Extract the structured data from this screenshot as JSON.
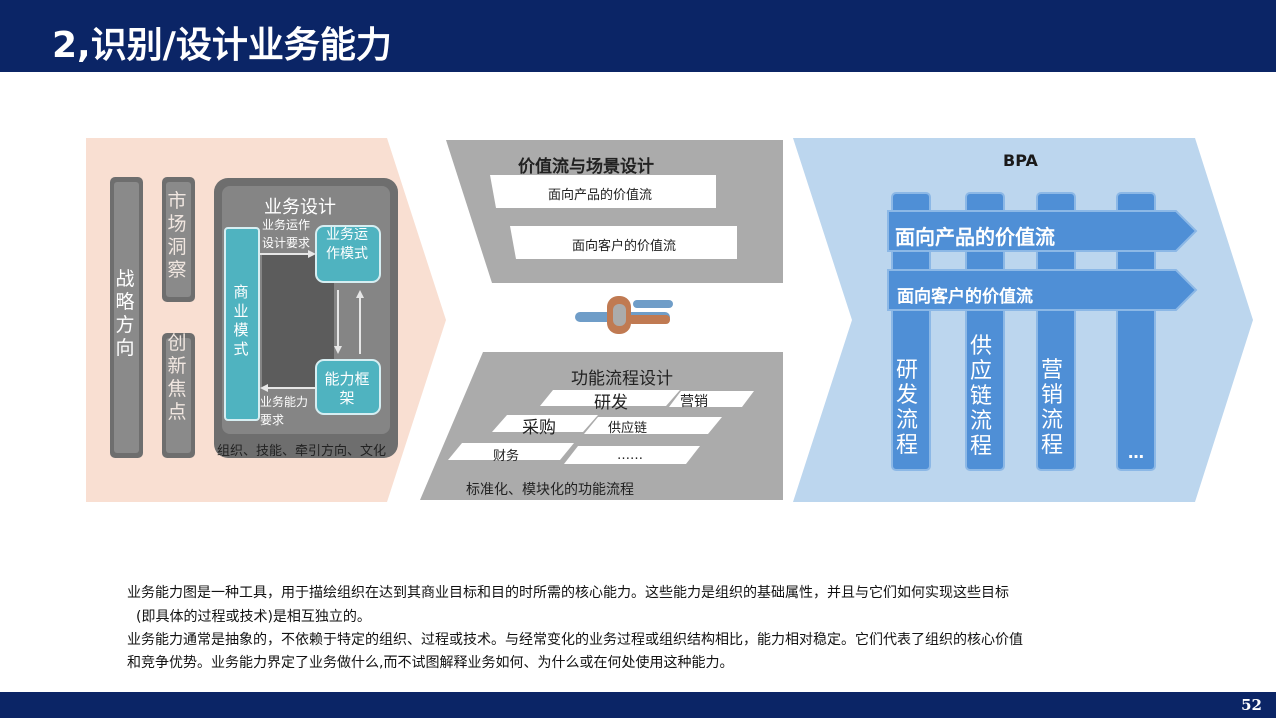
{
  "title": "2,识别/设计业务能力",
  "page_number": "52",
  "left_panel": {
    "strategy": "战略方向",
    "market_insight": "市场洞察",
    "innovation_focus": "创新焦点",
    "business_design": "业务设计",
    "ops_requirements": "业务运作设计要求",
    "business_model": "商业模式",
    "ops_model": "业务运作模式",
    "capability_frame": "能力框架",
    "capability_requirements": "业务能力要求",
    "org_line": "组织、技能、牵引方向、文化"
  },
  "middle_panel": {
    "value_stream_title": "价值流与场景设计",
    "product_stream": "面向产品的价值流",
    "customer_stream": "面向客户的价值流",
    "functional_title": "功能流程设计",
    "rd": "研发",
    "marketing": "营销",
    "procurement": "采购",
    "supply_chain": "供应链",
    "finance": "财务",
    "ellipsis": "……",
    "standardized": "标准化、模块化的功能流程"
  },
  "right_panel": {
    "title": "BPA",
    "product_stream": "面向产品的价值流",
    "customer_stream": "面向客户的价值流",
    "columns": [
      "研发流程",
      "供应链流程",
      "营销流程",
      "…"
    ]
  },
  "description": {
    "line1": "业务能力图是一种工具，用于描绘组织在达到其商业目标和目的时所需的核心能力。这些能力是组织的基础属性，并且与它们如何实现这些目标",
    "line2": "(即具体的过程或技术)是相互独立的。",
    "line3": "业务能力通常是抽象的，不依赖于特定的组织、过程或技术。与经常变化的业务过程或组织结构相比，能力相对稳定。它们代表了组织的核心价值",
    "line4": "和竞争优势。业务能力界定了业务做什么,而不试图解释业务如何、为什么或在何处使用这种能力。"
  },
  "colors": {
    "header": "#0b2566",
    "left_bg": "#f9dfd2",
    "right_bg": "#bcd6ee",
    "blue_bar": "#4f8fd6",
    "teal": "#4fb3c0",
    "gray": "#a8a8a8"
  }
}
